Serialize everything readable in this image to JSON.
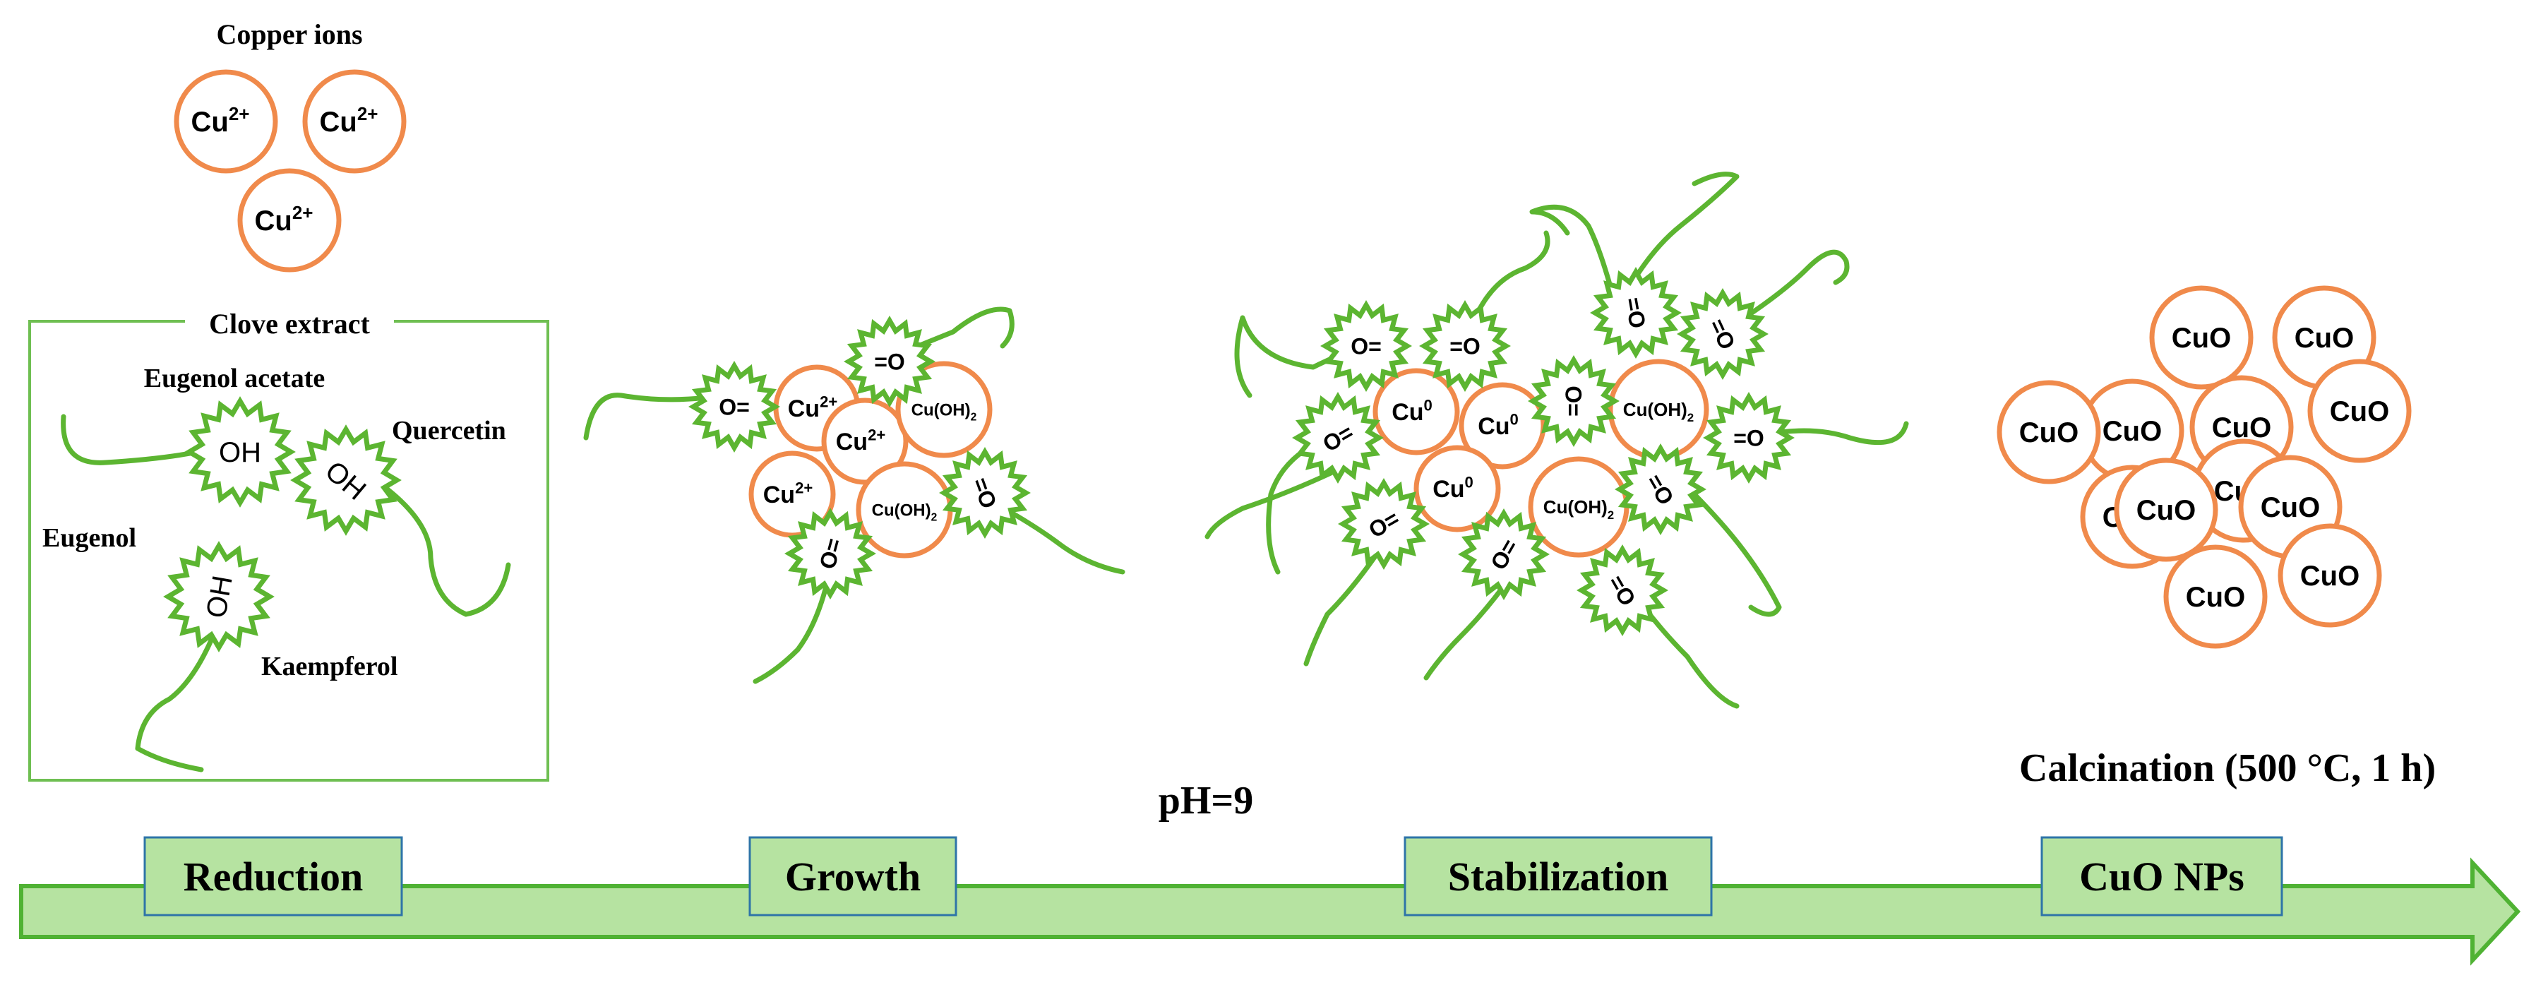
{
  "copper_ions": {
    "title": "Copper ions",
    "ion_label": "Cu",
    "ion_charge": "2+"
  },
  "clove_extract": {
    "title": "Clove extract",
    "compounds": [
      "Eugenol acetate",
      "Quercetin",
      "Eugenol",
      "Kaempferol"
    ],
    "group_label": "OH"
  },
  "species": {
    "cu2": "Cu",
    "cu2_sup": "2+",
    "cu0": "Cu",
    "cu0_sup": "0",
    "cuoh2": "Cu(OH)",
    "cuoh2_sub": "2",
    "o_right": "O=",
    "o_left": "=O",
    "cuo": "CuO"
  },
  "conditions": {
    "ph": "pH=9",
    "calcination": "Calcination (500 °C, 1 h)"
  },
  "stages": [
    "Reduction",
    "Growth",
    "Stabilization",
    "CuO NPs"
  ],
  "colors": {
    "ion_orange": "#f08a4b",
    "ligand_green": "#5cb531",
    "arrow_fill": "#b6e3a1",
    "stage_border": "#2e74a8"
  }
}
